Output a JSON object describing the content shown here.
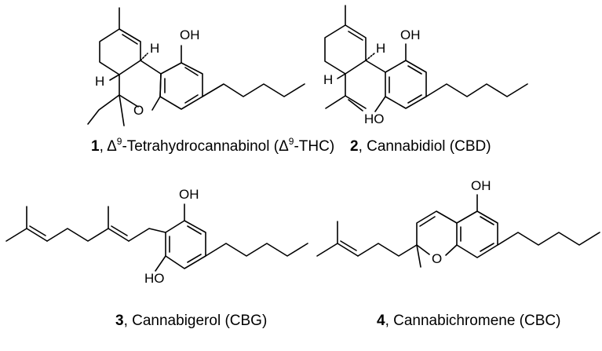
{
  "compounds": [
    {
      "number": "1",
      "caption_pre": ", Δ",
      "caption_sup": "9",
      "caption_mid": "-Tetrahydrocannabinol (Δ",
      "caption_sup2": "9",
      "caption_post": "-THC)",
      "atoms": {
        "oh": "OH",
        "o": "O",
        "h_top": "H",
        "h_left": "H"
      }
    },
    {
      "number": "2",
      "caption": ", Cannabidiol (CBD)",
      "atoms": {
        "oh_top": "OH",
        "oh_bottom": "HO",
        "h_top": "H",
        "h_left": "H"
      }
    },
    {
      "number": "3",
      "caption": ", Cannabigerol (CBG)",
      "atoms": {
        "oh_top": "OH",
        "oh_bottom": "HO"
      }
    },
    {
      "number": "4",
      "caption": ", Cannabichromene (CBC)",
      "atoms": {
        "oh": "OH",
        "o": "O"
      }
    }
  ]
}
